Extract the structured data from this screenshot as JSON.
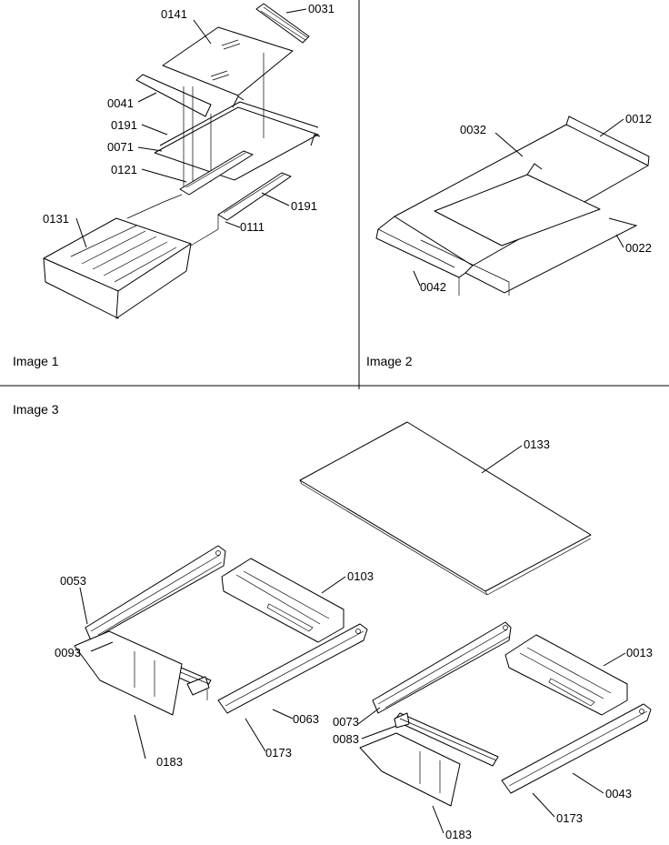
{
  "panels": {
    "image1": {
      "caption": "Image 1"
    },
    "image2": {
      "caption": "Image 2"
    },
    "image3": {
      "caption": "Image 3"
    }
  },
  "callouts": {
    "c0031": "0031",
    "c0141": "0141",
    "c0041": "0041",
    "c0191a": "0191",
    "c0071": "0071",
    "c0121": "0121",
    "c0191b": "0191",
    "c0111": "0111",
    "c0131": "0131",
    "c0032": "0032",
    "c0012": "0012",
    "c0022": "0022",
    "c0042": "0042",
    "c0133": "0133",
    "c0053": "0053",
    "c0103": "0103",
    "c0093": "0093",
    "c0063": "0063",
    "c0183a": "0183",
    "c0173a": "0173",
    "c0013": "0013",
    "c0073": "0073",
    "c0083": "0083",
    "c0043": "0043",
    "c0173b": "0173",
    "c0183b": "0183"
  }
}
